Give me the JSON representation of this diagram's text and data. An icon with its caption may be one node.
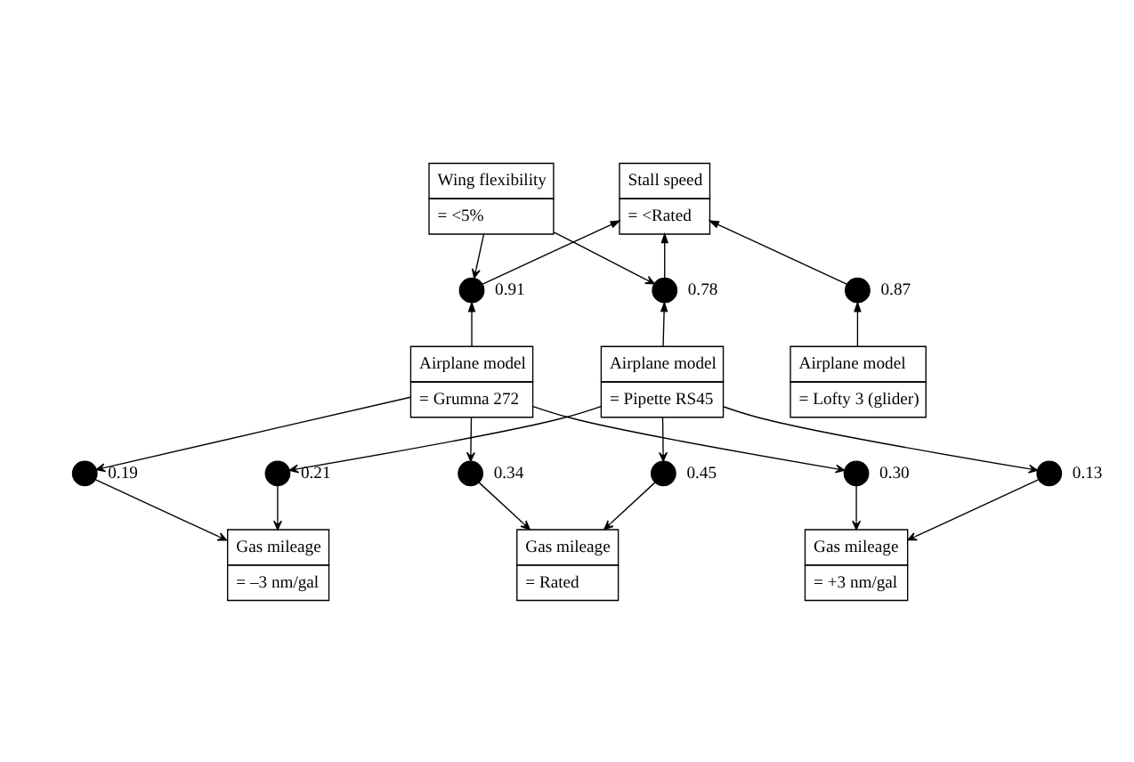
{
  "diagram": {
    "nodes": [
      {
        "text": [
          "Wing flexibility",
          "= <5%"
        ]
      },
      {
        "text": [],
        "shape": "circle",
        "beside": [
          "0.91"
        ]
      },
      {
        "text": [],
        "shape": "circle",
        "beside": [
          "0.78"
        ]
      },
      {
        "text": [
          "Stall speed",
          "= <Rated"
        ]
      },
      {
        "text": [],
        "shape": "circle",
        "beside": [
          "0.87"
        ]
      },
      {
        "text": [
          "Airplane model",
          "= Grumna 272"
        ]
      },
      {
        "text": [
          "Airplane model",
          "= Pipette RS45"
        ]
      },
      {
        "text": [
          "Airplane model",
          "= Lofty 3 (glider)"
        ]
      },
      {
        "text": [],
        "shape": "circle",
        "beside": [
          "0.19"
        ]
      },
      {
        "text": [],
        "shape": "circle",
        "beside": [
          "0.21"
        ]
      },
      {
        "text": [],
        "shape": "circle",
        "beside": [
          "0.34"
        ]
      },
      {
        "text": [],
        "shape": "circle",
        "beside": [
          "0.45"
        ]
      },
      {
        "text": [],
        "shape": "circle",
        "beside": [
          "0.30"
        ]
      },
      {
        "text": [],
        "shape": "circle",
        "beside": [
          "0.13"
        ]
      },
      {
        "text": [
          "Gas mileage",
          "= –3 nm/gal"
        ]
      },
      {
        "text": [
          "Gas mileage",
          "= Rated"
        ]
      },
      {
        "text": [
          "Gas mileage",
          "= +3 nm/gal"
        ]
      }
    ],
    "edges": [
      {
        "from": 0,
        "to": 1,
        "arrow": "to"
      },
      {
        "from": 0,
        "to": 2,
        "arrow": "to"
      },
      {
        "from": 5,
        "to": 1,
        "arrow": "to"
      },
      {
        "from": 1,
        "to": 3,
        "arrow": "to"
      },
      {
        "from": 2,
        "to": 3,
        "arrow": "to"
      },
      {
        "from": 6,
        "to": 2,
        "arrow": "to"
      },
      {
        "from": 4,
        "to": 3,
        "arrow": "to"
      },
      {
        "from": 7,
        "to": 4,
        "arrow": "to"
      },
      {
        "from": 5,
        "to": 8,
        "arrow": "to"
      },
      {
        "from": 5,
        "to": 10,
        "arrow": "to"
      },
      {
        "from": 5,
        "to": 12,
        "arrow": "to"
      },
      {
        "from": 6,
        "to": 9,
        "arrow": "to"
      },
      {
        "from": 6,
        "to": 11,
        "arrow": "to"
      },
      {
        "from": 6,
        "to": 13,
        "arrow": "to"
      },
      {
        "from": 8,
        "to": 14,
        "arrow": "to"
      },
      {
        "from": 9,
        "to": 14,
        "arrow": "to"
      },
      {
        "from": 10,
        "to": 15,
        "arrow": "to"
      },
      {
        "from": 11,
        "to": 15,
        "arrow": "to"
      },
      {
        "from": 12,
        "to": 16,
        "arrow": "to"
      },
      {
        "from": 13,
        "to": 16,
        "arrow": "to"
      }
    ]
  }
}
